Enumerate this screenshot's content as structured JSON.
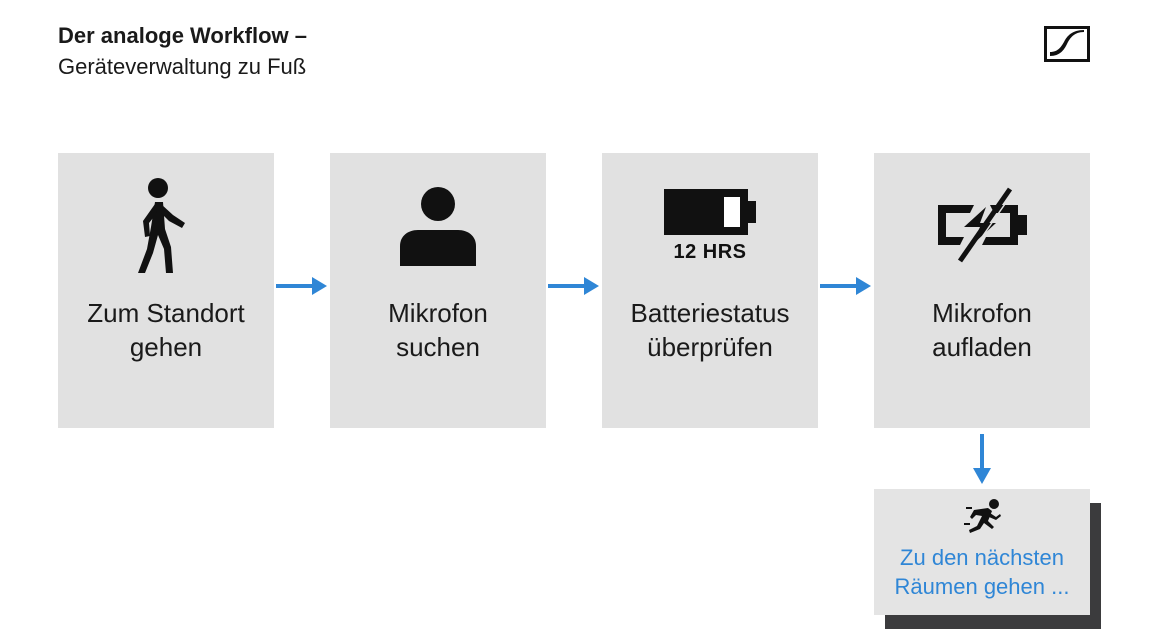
{
  "header": {
    "title": "Der analoge Workflow –",
    "subtitle": "Geräteverwaltung zu Fuß"
  },
  "logo": {
    "icon": "sennheiser-logo-icon"
  },
  "steps": [
    {
      "label": "Zum Standort\ngehen",
      "icon": "walking-person-icon"
    },
    {
      "label": "Mikrofon\nsuchen",
      "icon": "person-icon"
    },
    {
      "label": "Batteriestatus\nüberprüfen",
      "icon": "battery-icon",
      "icon_caption": "12 HRS"
    },
    {
      "label": "Mikrofon\naufladen",
      "icon": "battery-charging-icon"
    }
  ],
  "next_step": {
    "label": "Zu den nächsten\nRäumen gehen ...",
    "icon": "running-person-icon"
  },
  "colors": {
    "box_background": "#e1e1e1",
    "arrow": "#2f86d6",
    "accent_text": "#2f86d6",
    "text": "#1a1a1a",
    "shadow": "#3b3b3d"
  }
}
